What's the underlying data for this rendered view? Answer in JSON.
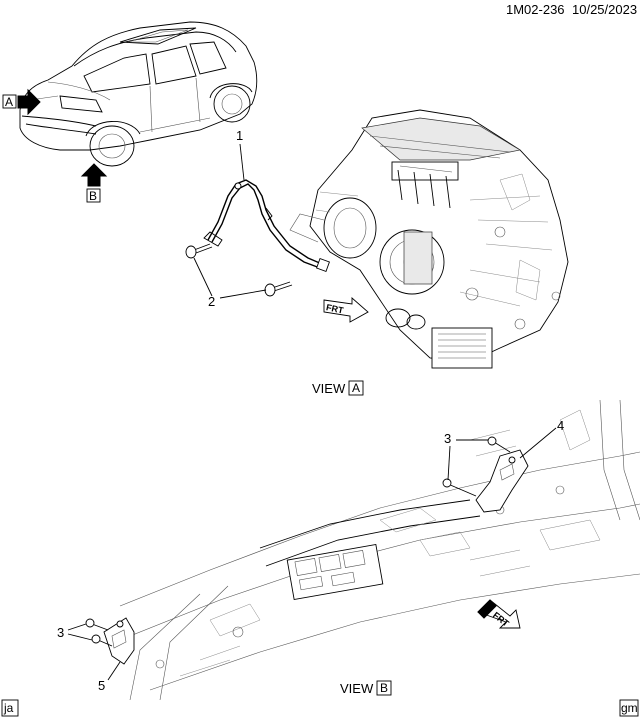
{
  "header": {
    "code": "1M02-236",
    "date": "10/25/2023"
  },
  "vehicle": {
    "arrow_a": "A",
    "arrow_b": "B"
  },
  "view_a": {
    "label": "VIEW",
    "box": "A",
    "callouts": {
      "harness": "1",
      "bolts": "2"
    },
    "front_arrow": "FRT"
  },
  "view_b": {
    "label": "VIEW",
    "box": "B",
    "callouts": {
      "bolts_upper": "3",
      "bracket_upper": "4",
      "bolts_lower": "3",
      "bracket_lower": "5"
    },
    "front_arrow": "FRT"
  },
  "footer": {
    "left_tag": "ja",
    "right_tag": "gm"
  }
}
